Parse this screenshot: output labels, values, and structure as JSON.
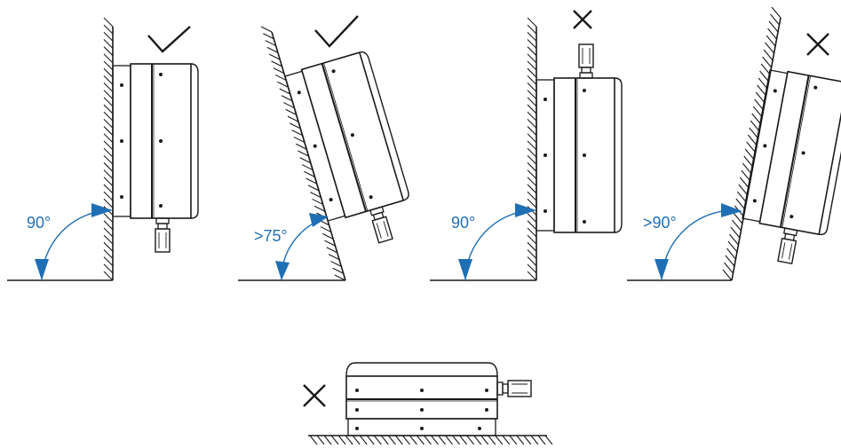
{
  "colors": {
    "angle_accent": "#1f6fb5",
    "ink": "#1a1a1a",
    "background": "#ffffff"
  },
  "panels": [
    {
      "id": "vertical-wall",
      "angle_label": "90°",
      "verdict_icon": "check-icon",
      "verdict": "correct"
    },
    {
      "id": "tilted-back",
      "angle_label": ">75°",
      "verdict_icon": "check-icon",
      "verdict": "correct"
    },
    {
      "id": "upside-down",
      "angle_label": "90°",
      "verdict_icon": "cross-icon",
      "verdict": "incorrect"
    },
    {
      "id": "tilted-forward",
      "angle_label": ">90°",
      "verdict_icon": "cross-icon",
      "verdict": "incorrect"
    },
    {
      "id": "flat-on-floor",
      "angle_label": "",
      "verdict_icon": "cross-icon",
      "verdict": "incorrect"
    }
  ]
}
